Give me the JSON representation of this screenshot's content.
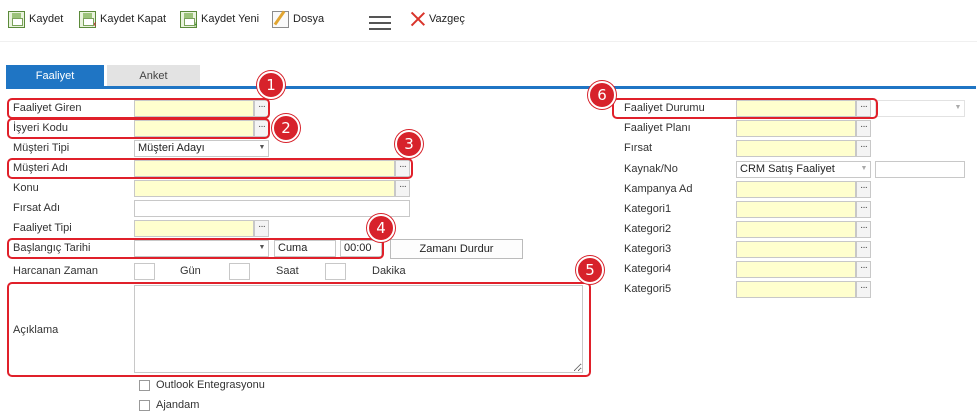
{
  "toolbar": {
    "save": "Kaydet",
    "save_close": "Kaydet Kapat",
    "save_new": "Kaydet Yeni",
    "file": "Dosya",
    "cancel": "Vazgeç"
  },
  "tabs": {
    "activity": "Faaliyet",
    "survey": "Anket"
  },
  "left": {
    "faaliyet_giren": "Faaliyet Giren",
    "isyeri_kodu": "İşyeri Kodu",
    "musteri_tipi": "Müşteri Tipi",
    "musteri_tipi_value": "Müşteri Adayı",
    "musteri_adi": "Müşteri Adı",
    "konu": "Konu",
    "firsat_adi": "Fırsat Adı",
    "faaliyet_tipi": "Faaliyet Tipi",
    "baslangic_tarihi": "Başlangıç Tarihi",
    "day_value": "Cuma",
    "time_value": "00:00",
    "zamani_durdur": "Zamanı Durdur",
    "harcanan_zaman": "Harcanan Zaman",
    "gun": "Gün",
    "saat": "Saat",
    "dakika": "Dakika",
    "aciklama": "Açıklama",
    "outlook": "Outlook Entegrasyonu",
    "ajandam": "Ajandam"
  },
  "right": {
    "faaliyet_durumu": "Faaliyet Durumu",
    "faaliyet_plani": "Faaliyet Planı",
    "firsat": "Fırsat",
    "kaynak_no": "Kaynak/No",
    "kaynak_value": "CRM Satış Faaliyet",
    "kampanya_ad": "Kampanya Ad",
    "kategori1": "Kategori1",
    "kategori2": "Kategori2",
    "kategori3": "Kategori3",
    "kategori4": "Kategori4",
    "kategori5": "Kategori5"
  },
  "annotations": [
    "1",
    "2",
    "3",
    "4",
    "5",
    "6"
  ],
  "colors": {
    "accent": "#1f75c4",
    "required_field": "#ffffce",
    "annotation": "#d7222b"
  }
}
